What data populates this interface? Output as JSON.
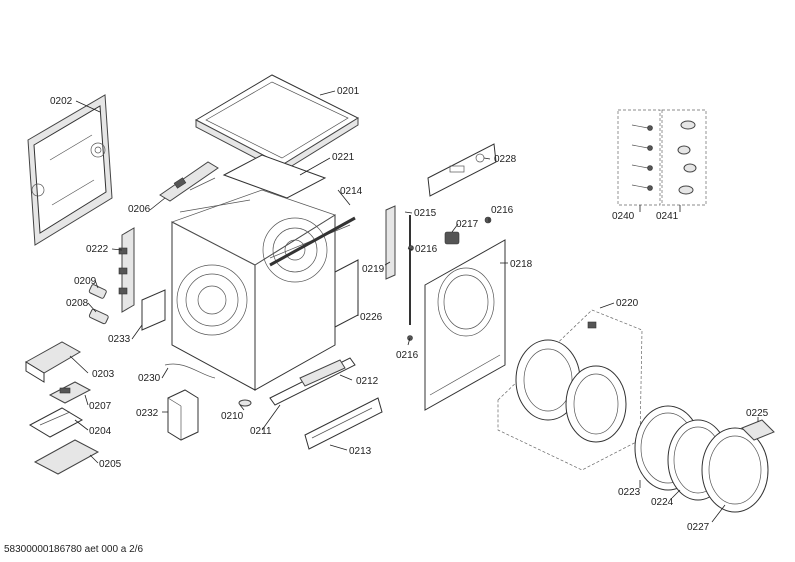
{
  "footer": "58300000186780 aet 000 a 2/6",
  "labels": {
    "p0201": "0201",
    "p0202": "0202",
    "p0203": "0203",
    "p0204": "0204",
    "p0205": "0205",
    "p0206": "0206",
    "p0207": "0207",
    "p0208": "0208",
    "p0209": "0209",
    "p0210": "0210",
    "p0211": "0211",
    "p0212": "0212",
    "p0213": "0213",
    "p0214": "0214",
    "p0215": "0215",
    "p0216a": "0216",
    "p0216b": "0216",
    "p0216c": "0216",
    "p0217": "0217",
    "p0218": "0218",
    "p0219": "0219",
    "p0220": "0220",
    "p0221": "0221",
    "p0222": "0222",
    "p0223": "0223",
    "p0224": "0224",
    "p0225": "0225",
    "p0226": "0226",
    "p0227": "0227",
    "p0228": "0228",
    "p0230": "0230",
    "p0232": "0232",
    "p0233": "0233",
    "p0240": "0240",
    "p0241": "0241"
  }
}
